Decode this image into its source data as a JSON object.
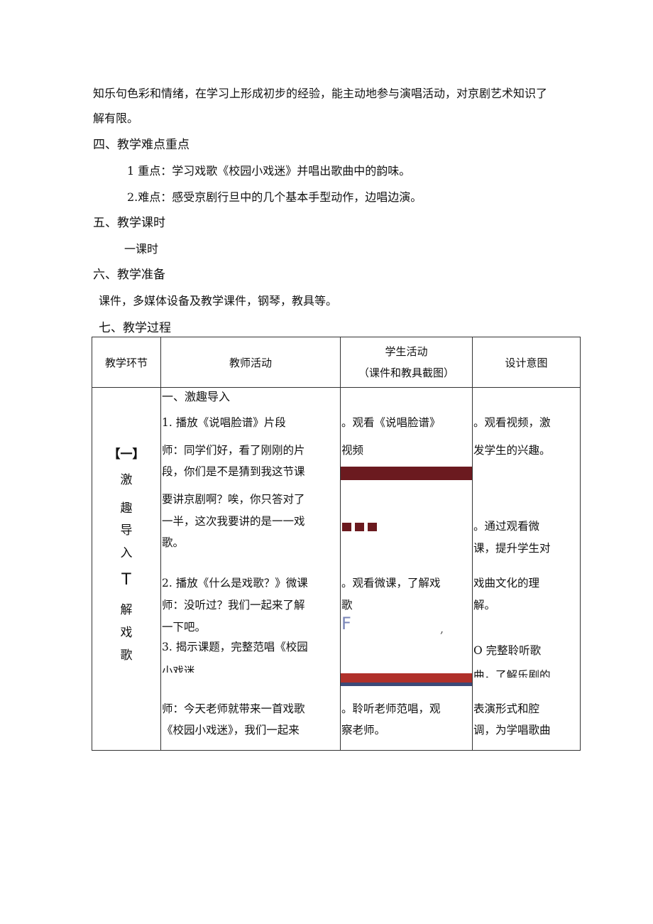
{
  "intro_lines": [
    "知乐句色彩和情绪，在学习上形成初步的经验，能主动地参与演唱活动，对京剧艺术知识了",
    "解有限。"
  ],
  "sections": {
    "s4_title": "四、教学难点重点",
    "s4_item1": "1 重点：学习戏歌《校园小戏迷》并唱出歌曲中的韵味。",
    "s4_item2": "2.难点：感受京剧行旦中的几个基本手型动作，边唱边演。",
    "s5_title": "五、教学课时",
    "s5_body": "一课时",
    "s6_title": "六、教学准备",
    "s6_body": "课件，多媒体设备及教学课件，钢琴，教具等。",
    "s7_title": "七、教学过程"
  },
  "table": {
    "headers": {
      "col1": "教学环节",
      "col2": "教师活动",
      "col3_line1": "学生活动",
      "col3_line2": "（课件和教具截图）",
      "col4": "设计意图"
    },
    "stage": {
      "bracket": "【一】",
      "chars": [
        "激",
        "趣",
        "导",
        "入",
        "T",
        "解",
        "戏",
        "歌"
      ]
    },
    "teacher_lines": [
      "一、激趣导入",
      "1. 播放《说唱脸谱》片段",
      "师：同学们好，看了刚刚的片",
      "段，你们是不是猜到我这节课",
      "要讲京剧啊？唉，你只答对了",
      "一半，这次我要讲的是一一戏",
      "歌。",
      "2. 播放《什么是戏歌？》微课",
      "师：没听过？我们一起来了解",
      "一下吧。",
      "3. 揭示课题，完整范唱《校园",
      "小戏迷",
      "师：今天老师就带来一首戏歌",
      "《校园小戏迷》，我们一起来"
    ],
    "student_lines": [
      "。观看《说唱脸谱》",
      "视频",
      "。观看微课，了解戏",
      "歌",
      "F",
      ",",
      "。聆听老师范唱，观",
      "察老师。"
    ],
    "design_lines": [
      "。观看视频，激",
      "发学生的兴趣。",
      "。通过观看微",
      "课，提升学生对",
      "戏曲文化的理",
      "解。",
      "O 完整聆听歌",
      "曲，了解乐剧的",
      "表演形式和腔",
      "调，为学唱歌曲"
    ],
    "colors": {
      "dark_red": "#6b1a1f",
      "red": "#b0302a",
      "navy": "#3c4a78",
      "letter_blue": "#7a86b8"
    }
  }
}
